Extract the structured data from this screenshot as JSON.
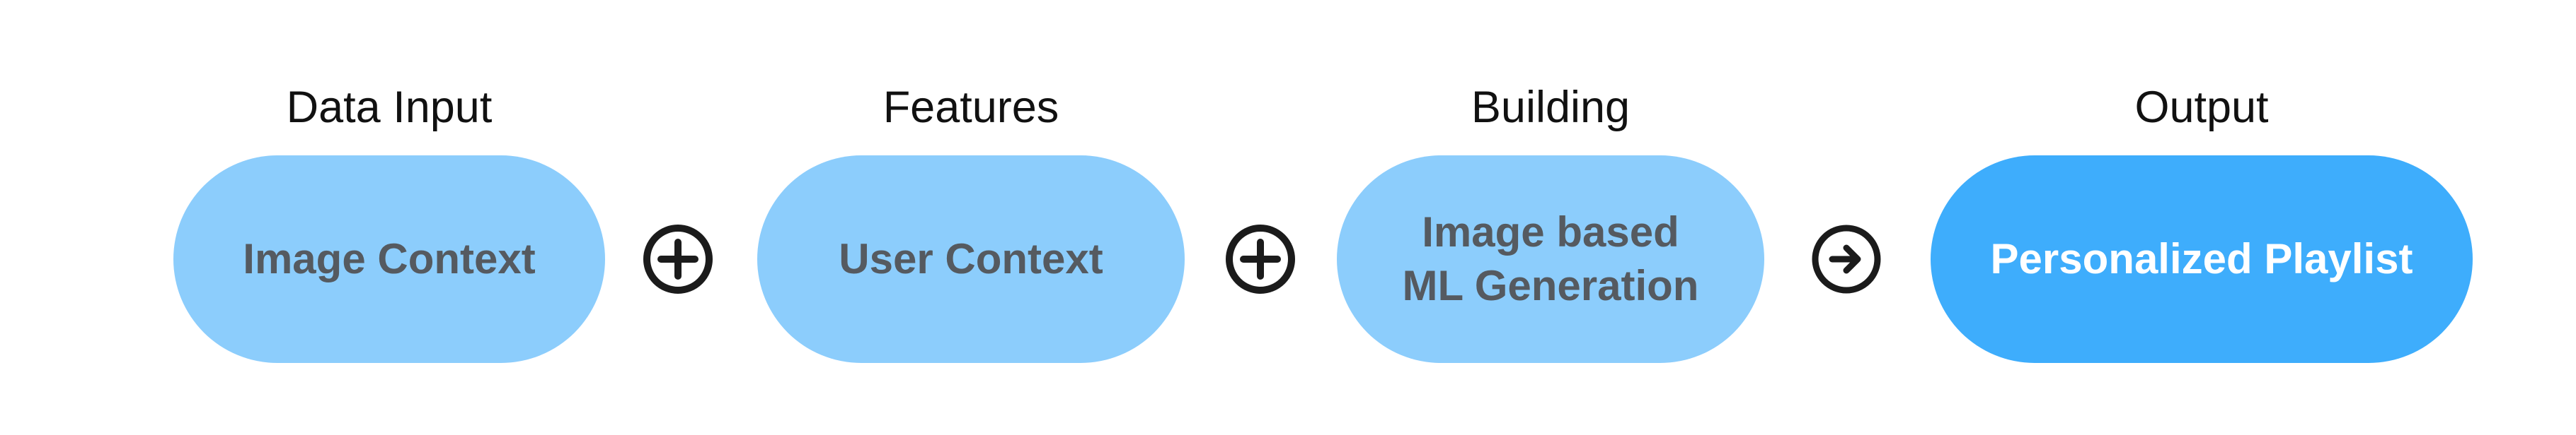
{
  "stages": [
    {
      "label": "Data Input",
      "box_text": "Image Context"
    },
    {
      "label": "Features",
      "box_text": "User Context"
    },
    {
      "label": "Building",
      "box_text": "Image based\nML Generation"
    },
    {
      "label": "Output",
      "box_text": "Personalized Playlist"
    }
  ],
  "operators": [
    {
      "icon": "plus-circle-icon"
    },
    {
      "icon": "plus-circle-icon"
    },
    {
      "icon": "arrow-right-circle-icon"
    }
  ],
  "colors": {
    "pill": "#8ccdfc",
    "pill_text": "#555a60",
    "output_pill": "#3eadfc",
    "output_text": "#ffffff",
    "label_text": "#111111",
    "icon": "#1b1b1b"
  }
}
